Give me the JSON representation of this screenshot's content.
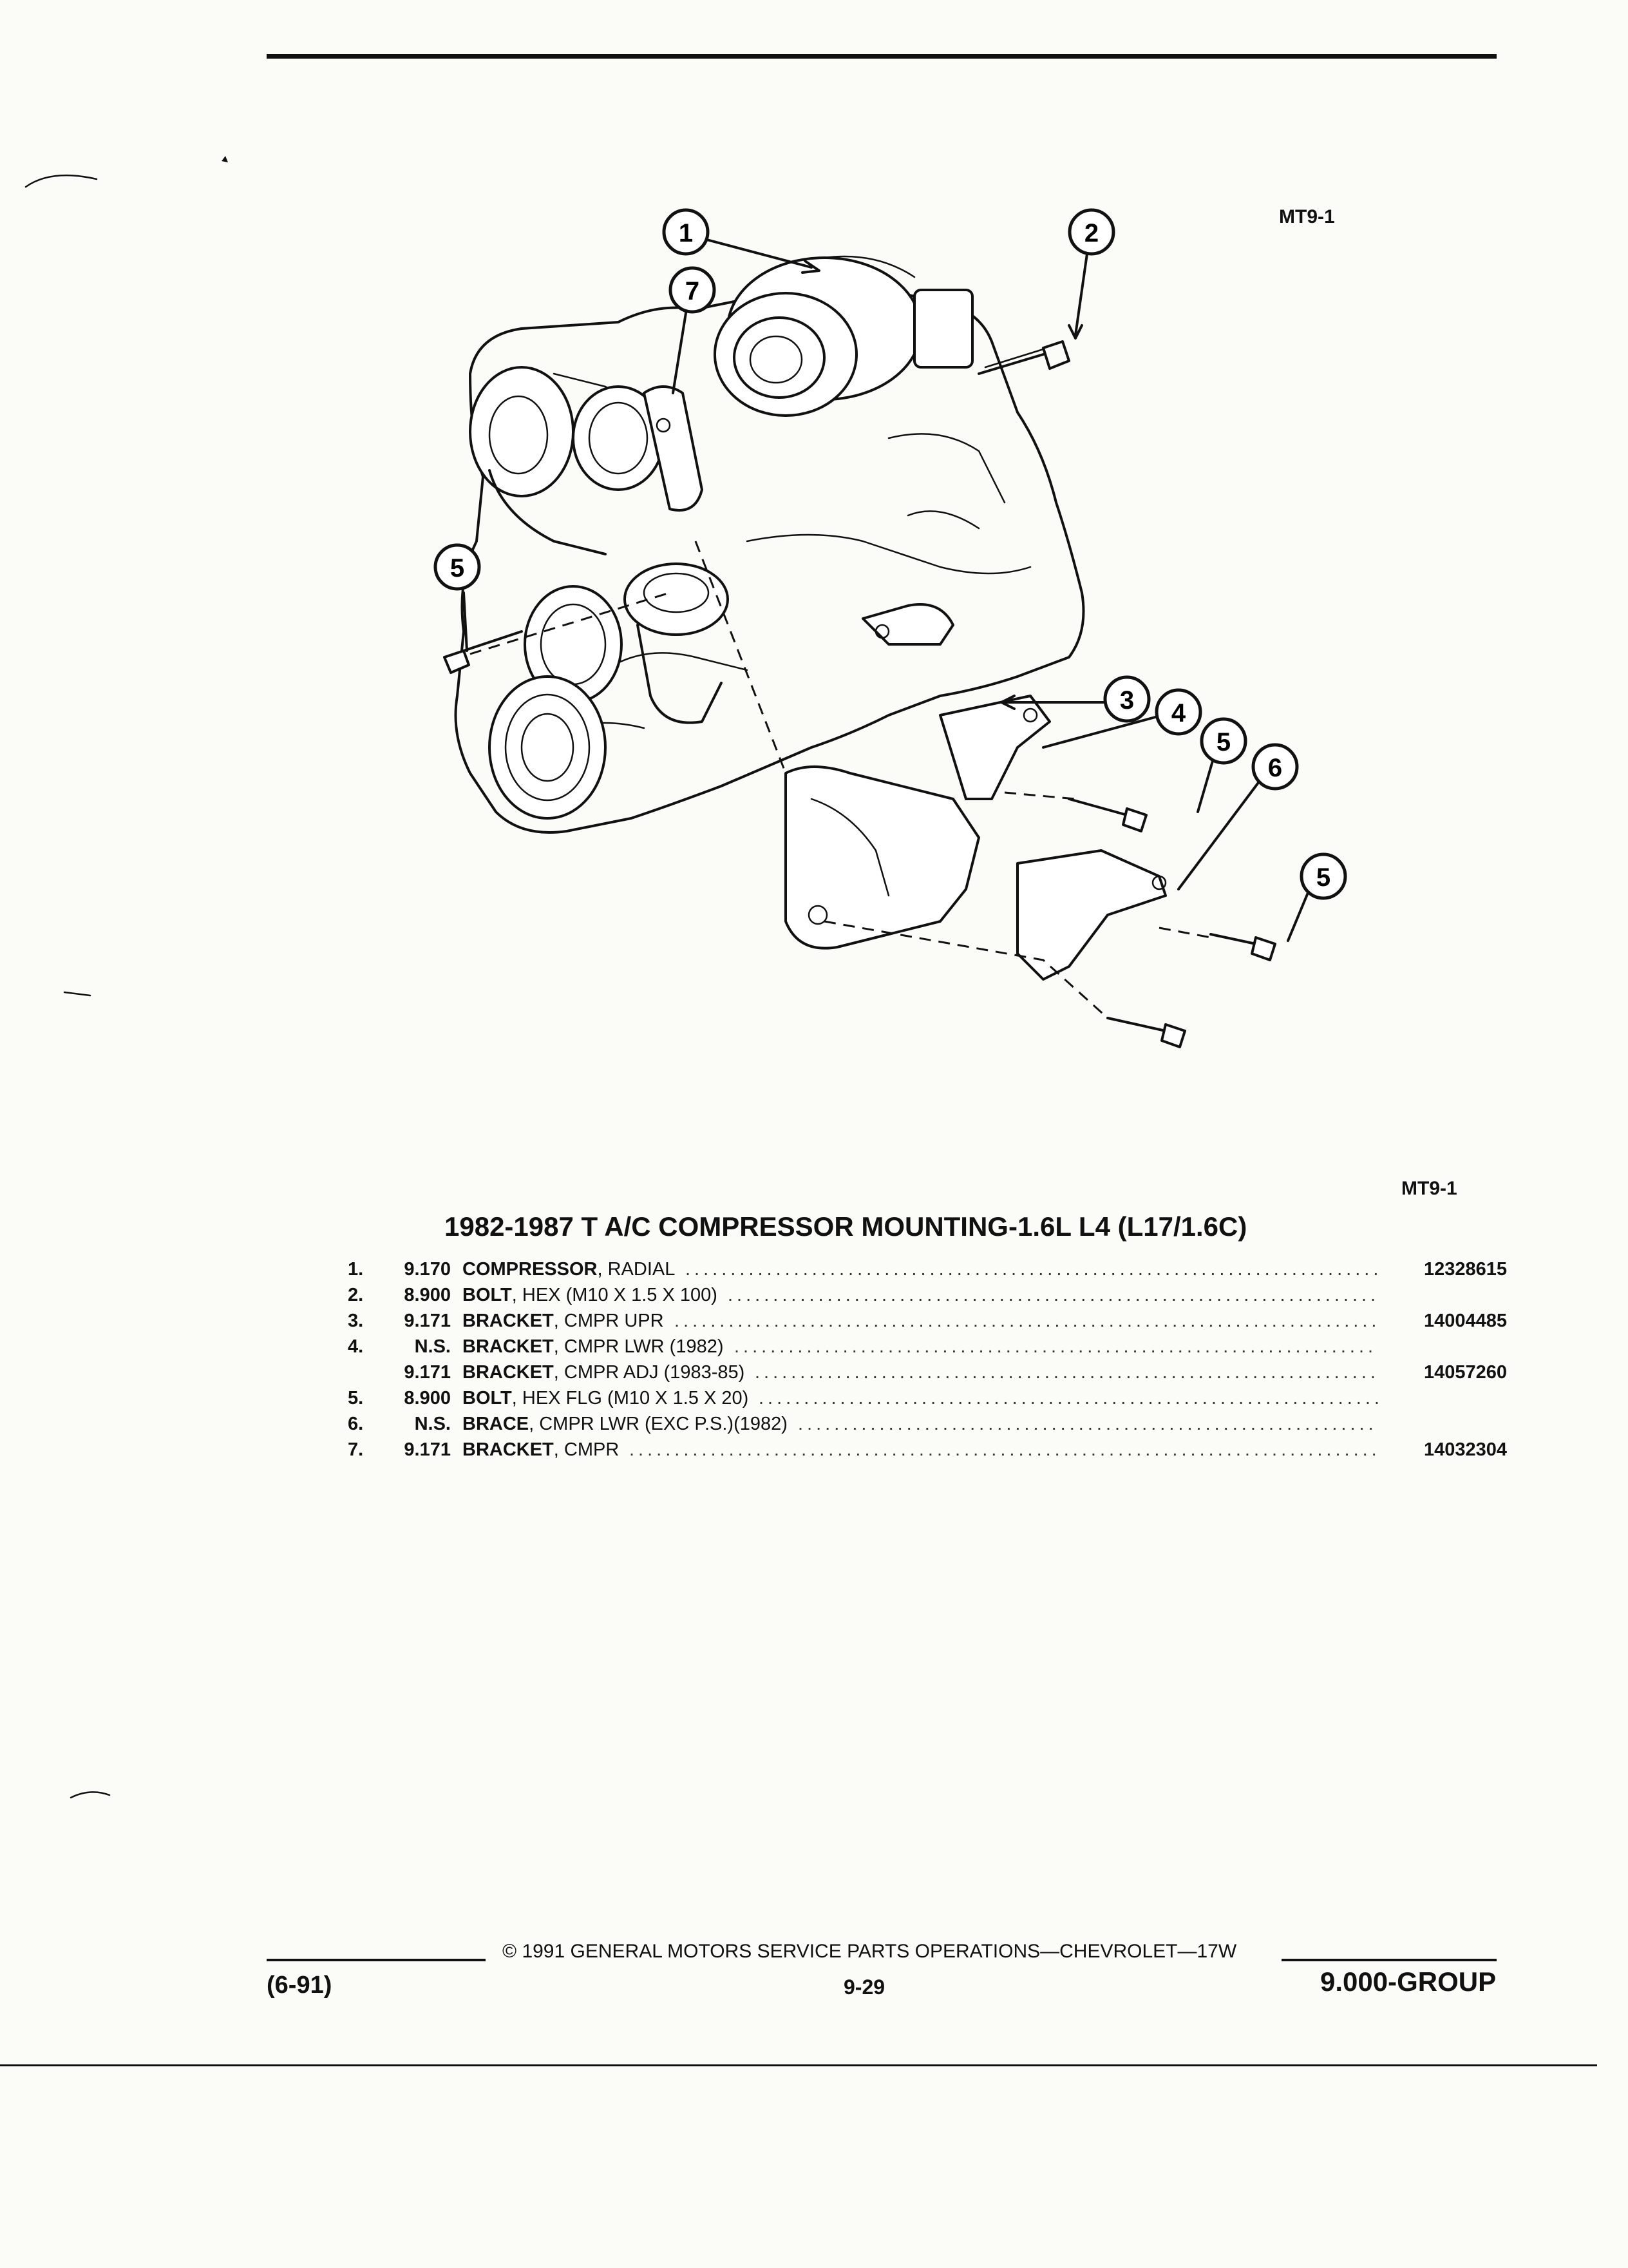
{
  "header": {
    "figure_code": "MT9-1"
  },
  "diagram": {
    "callouts": [
      "1",
      "2",
      "3",
      "4",
      "5",
      "5",
      "5",
      "6",
      "7"
    ]
  },
  "figure_code_lower": "MT9-1",
  "title": "1982-1987 T A/C COMPRESSOR MOUNTING-1.6L L4 (L17/1.6C)",
  "parts": [
    {
      "num": "1.",
      "group": "9.170",
      "name": "COMPRESSOR",
      "detail": ", RADIAL",
      "part_no": "12328615"
    },
    {
      "num": "2.",
      "group": "8.900",
      "name": "BOLT",
      "detail": ", HEX (M10 X 1.5 X 100)",
      "part_no": ""
    },
    {
      "num": "3.",
      "group": "9.171",
      "name": "BRACKET",
      "detail": ", CMPR UPR",
      "part_no": "14004485"
    },
    {
      "num": "4.",
      "group": "N.S.",
      "name": "BRACKET",
      "detail": ", CMPR LWR (1982)",
      "part_no": ""
    },
    {
      "num": "",
      "group": "9.171",
      "name": "BRACKET",
      "detail": ", CMPR ADJ (1983-85)",
      "part_no": "14057260"
    },
    {
      "num": "5.",
      "group": "8.900",
      "name": "BOLT",
      "detail": ", HEX FLG (M10 X 1.5 X 20)",
      "part_no": ""
    },
    {
      "num": "6.",
      "group": "N.S.",
      "name": "BRACE",
      "detail": ", CMPR LWR (EXC P.S.)(1982)",
      "part_no": ""
    },
    {
      "num": "7.",
      "group": "9.171",
      "name": "BRACKET",
      "detail": ", CMPR",
      "part_no": "14032304"
    }
  ],
  "footer": {
    "copyright": "© 1991 GENERAL MOTORS SERVICE PARTS OPERATIONS—CHEVROLET—17W",
    "date_code": "(6-91)",
    "page": "9-29",
    "group": "9.000-GROUP"
  }
}
